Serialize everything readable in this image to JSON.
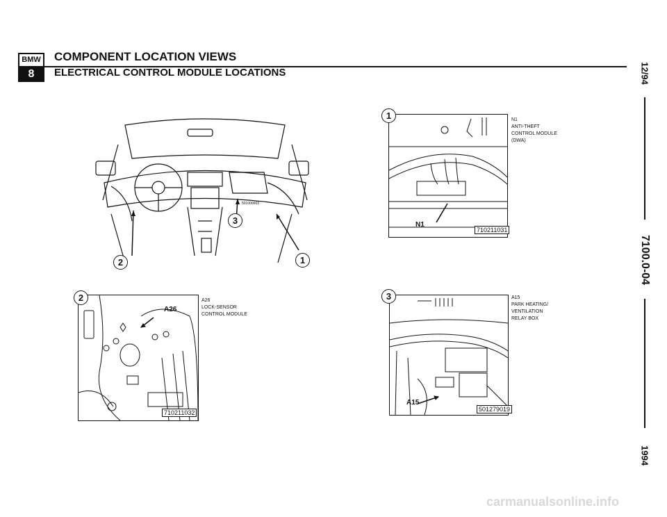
{
  "header": {
    "logo_top": "BMW",
    "logo_bottom": "8",
    "title": "COMPONENT LOCATION VIEWS",
    "subtitle": "ELECTRICAL CONTROL MODULE LOCATIONS"
  },
  "side": {
    "date": "12/94",
    "doc_number": "7100.0-04",
    "year": "1994"
  },
  "overview": {
    "callouts": [
      "2",
      "3",
      "1"
    ],
    "small_code": "501000003"
  },
  "detail_1": {
    "number": "1",
    "label": "N1",
    "desc_lines": [
      "N1",
      "ANTI-THEFT",
      "CONTROL MODULE",
      "(DWA)"
    ],
    "code": "710211031"
  },
  "detail_2": {
    "number": "2",
    "label": "A26",
    "desc_lines": [
      "A26",
      "LOCK-SENSOR",
      "CONTROL MODULE"
    ],
    "code": "710211032"
  },
  "detail_3": {
    "number": "3",
    "label": "A15",
    "desc_lines": [
      "A15",
      "PARK HEATING/",
      "VENTILATION",
      "RELAY BOX"
    ],
    "code": "501279019"
  },
  "footer": {
    "watermark": "carmanualsonline.info"
  }
}
